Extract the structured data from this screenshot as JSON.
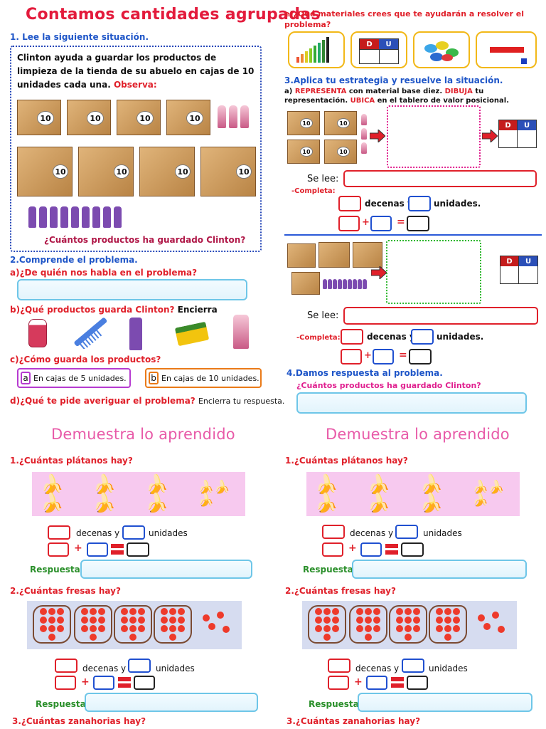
{
  "left": {
    "title": "Contamos cantidades agrupadas",
    "s1": "1. Lee la siguiente situación.",
    "story": "Clinton ayuda a guardar los productos de limpieza de la tienda de su abuelo en cajas de 10 unidades cada una.",
    "observa": "Observa:",
    "box_number": "10",
    "question_main": "¿Cuántos productos ha guardado Clinton?",
    "s2": "2.Comprende el problema.",
    "qa": "a)¿De quién nos habla en el problema?",
    "qb": "b)¿Qué productos guarda Clinton?",
    "qb_action": "Encierra",
    "qc": "c)¿Cómo guarda los productos?",
    "opt_a_letter": "a",
    "opt_a": "En cajas de 5 unidades.",
    "opt_b_letter": "b",
    "opt_b": "En cajas de 10 unidades.",
    "qd": "d)¿Qué te pide averiguar el problema?",
    "qd_action": "Encierra tu respuesta."
  },
  "right": {
    "qe": "e)¿Qué materiales crees que te ayudarán a resolver el problema?",
    "du_d": "D",
    "du_u": "U",
    "s3": "3.Aplica tu estrategia y resuelve la situación.",
    "instr_a": "a)",
    "instr_rep": "REPRESENTA",
    "instr_mid": "con material base diez.",
    "instr_dib": "DIBUJA",
    "instr_mid2": "tu representación.",
    "instr_ubi": "UBICA",
    "instr_end": "en el tablero de valor posicional.",
    "se_lee": "Se lee:",
    "completa": "-Completa:",
    "decenas_y": "decenas y",
    "unidades": "unidades.",
    "plus": "+",
    "equals": "=",
    "s4": "4.Damos respuesta al problema.",
    "s4_q": "¿Cuántos productos ha guardado Clinton?"
  },
  "demo": {
    "title": "Demuestra lo aprendido",
    "q1": "1.¿Cuántas plátanos hay?",
    "q2": "2.¿Cuántas fresas hay?",
    "q3": "3.¿Cuántas zanahorias hay?",
    "decenas_y": "decenas y",
    "unidades": "unidades",
    "respuesta": "Respuesta:"
  }
}
